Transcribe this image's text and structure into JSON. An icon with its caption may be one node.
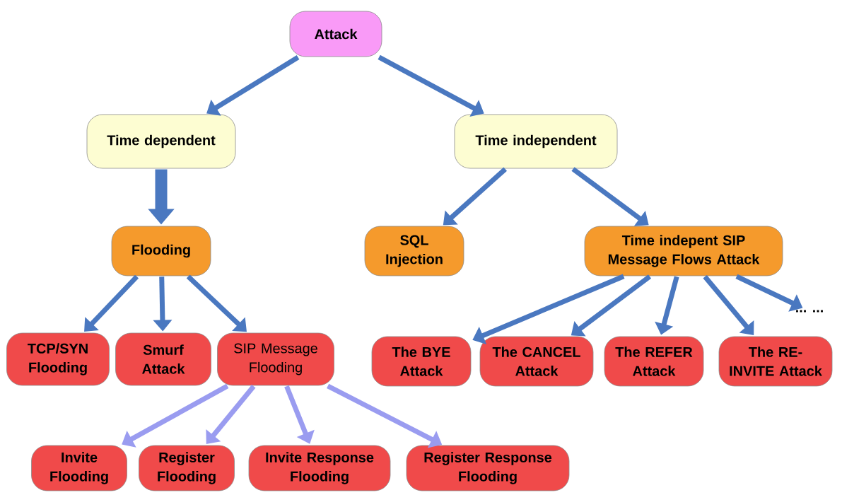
{
  "diagram": {
    "nodes": [
      {
        "text": [
          "Attack"
        ]
      },
      {
        "text": [
          "Time dependent"
        ]
      },
      {
        "text": [
          "Time independent"
        ]
      },
      {
        "text": [
          "Flooding"
        ]
      },
      {
        "text": [
          "SQL Injection"
        ]
      },
      {
        "text": [
          "Time indepent SIP Message Flows Attack"
        ]
      },
      {
        "text": [
          "TCP/SYN Flooding"
        ]
      },
      {
        "text": [
          "Smurf Attack"
        ]
      },
      {
        "text": [
          "SIP Message Flooding"
        ]
      },
      {
        "text": [
          "The BYE Attack"
        ]
      },
      {
        "text": [
          "The CANCEL Attack"
        ]
      },
      {
        "text": [
          "The REFER Attack"
        ]
      },
      {
        "text": [
          "The RE-INVITE Attack"
        ]
      },
      {
        "text": [
          "... ..."
        ]
      },
      {
        "text": [
          "Invite Flooding"
        ]
      },
      {
        "text": [
          "Register Flooding"
        ]
      },
      {
        "text": [
          "Invite Response Flooding"
        ]
      },
      {
        "text": [
          "Register Response Flooding"
        ]
      }
    ],
    "edges": [
      {
        "from": 0,
        "to": 1,
        "arrow": "to"
      },
      {
        "from": 0,
        "to": 2,
        "arrow": "to"
      },
      {
        "from": 1,
        "to": 3,
        "arrow": "to",
        "style": "thick"
      },
      {
        "from": 2,
        "to": 4,
        "arrow": "to"
      },
      {
        "from": 2,
        "to": 5,
        "arrow": "to"
      },
      {
        "from": 3,
        "to": 6,
        "arrow": "to"
      },
      {
        "from": 3,
        "to": 7,
        "arrow": "to"
      },
      {
        "from": 3,
        "to": 8,
        "arrow": "to"
      },
      {
        "from": 5,
        "to": 9,
        "arrow": "to"
      },
      {
        "from": 5,
        "to": 10,
        "arrow": "to"
      },
      {
        "from": 5,
        "to": 11,
        "arrow": "to"
      },
      {
        "from": 5,
        "to": 12,
        "arrow": "to"
      },
      {
        "from": 5,
        "to": 13,
        "arrow": "to"
      },
      {
        "from": 8,
        "to": 14,
        "arrow": "to",
        "color": "#9a9cf0"
      },
      {
        "from": 8,
        "to": 15,
        "arrow": "to",
        "color": "#9a9cf0"
      },
      {
        "from": 8,
        "to": 16,
        "arrow": "to",
        "color": "#9a9cf0"
      },
      {
        "from": 8,
        "to": 17,
        "arrow": "to",
        "color": "#9a9cf0"
      }
    ]
  }
}
